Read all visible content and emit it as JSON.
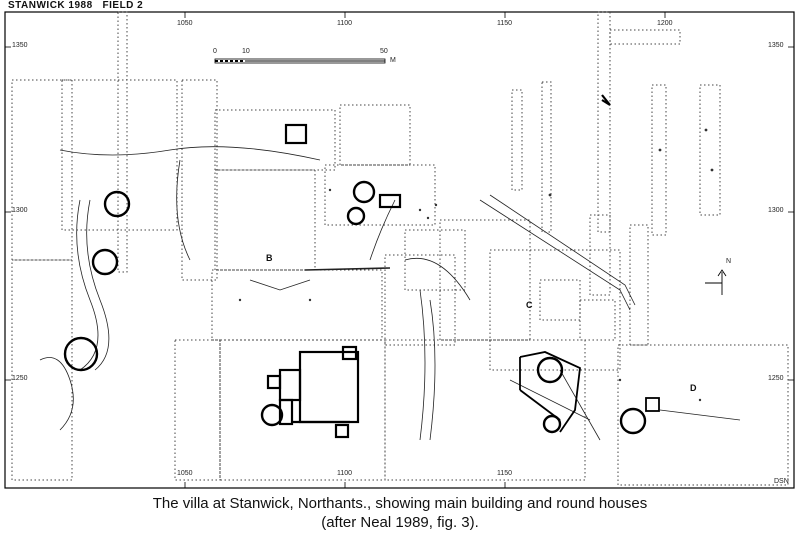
{
  "map": {
    "title": "STANWICK 1988",
    "field": "FIELD 2",
    "grid": {
      "top_labels": [
        "1050",
        "1100",
        "1150",
        "1200"
      ],
      "bottom_labels": [
        "1050",
        "1100",
        "1150"
      ],
      "left_labels": [
        "1350",
        "1300",
        "1250"
      ],
      "right_labels": [
        "1350",
        "1300",
        "1250"
      ]
    },
    "scale_bar": {
      "ticks": [
        "0",
        "10",
        "50"
      ],
      "unit": "M"
    },
    "north_arrow": "N",
    "area_labels": [
      "B",
      "C",
      "D"
    ],
    "credit": "DSN"
  },
  "caption": {
    "line1": "The villa at Stanwick, Northants., showing main building and round houses",
    "line2": "(after Neal 1989, fig. 3)."
  }
}
